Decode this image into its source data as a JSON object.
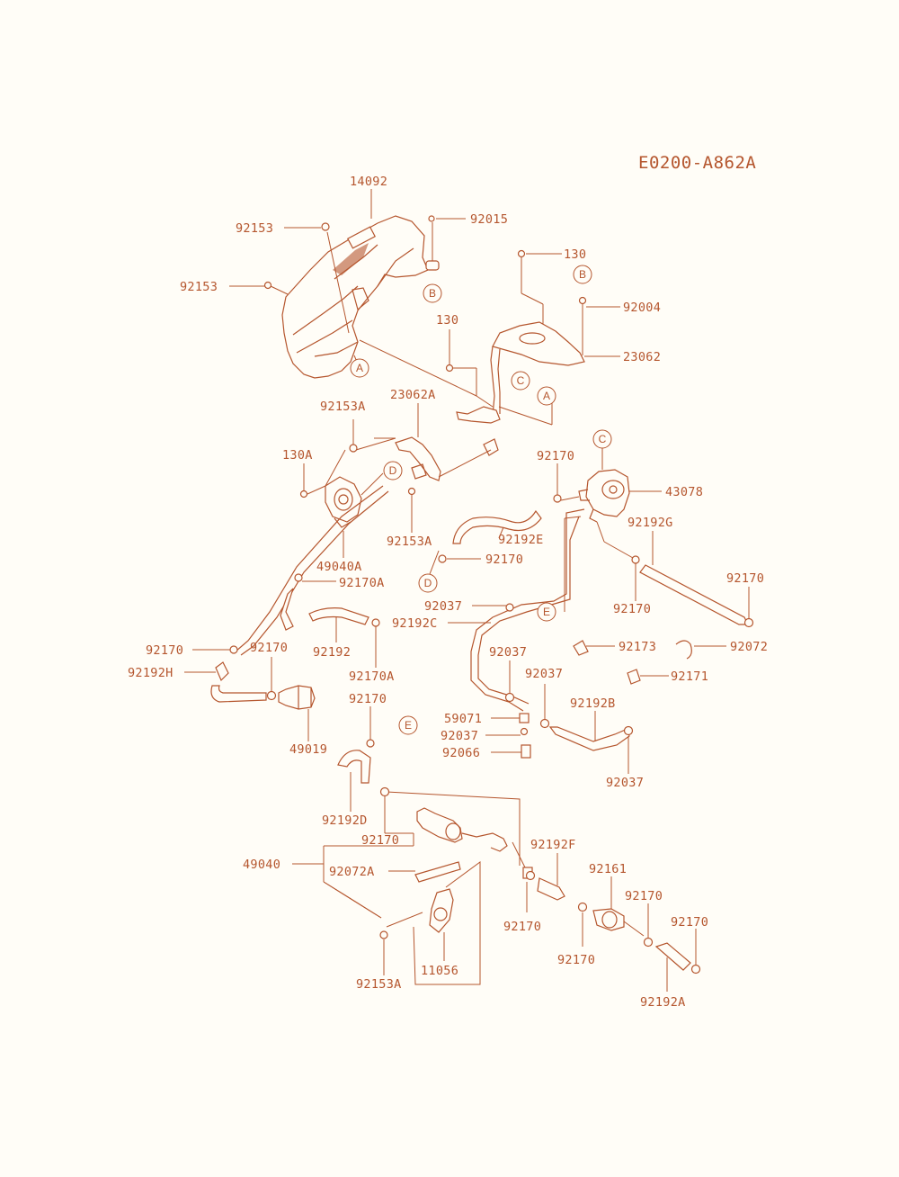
{
  "diagram_code": "E0200-A862A",
  "colors": {
    "line": "#b5562e",
    "background": "#fffdf7"
  },
  "ref_letters": [
    "A",
    "B",
    "C",
    "D",
    "E"
  ],
  "parts": {
    "p14092": "14092",
    "p92153_top": "92153",
    "p92015": "92015",
    "p92153_left": "92153",
    "p130_top": "130",
    "p92004": "92004",
    "p130_mid": "130",
    "p23062": "23062",
    "p92153A_top": "92153A",
    "p23062A": "23062A",
    "p130A": "130A",
    "p92170_c": "92170",
    "p43078": "43078",
    "p92192G": "92192G",
    "p92153A_mid": "92153A",
    "p92192E": "92192E",
    "p92170_d": "92170",
    "p49040A": "49040A",
    "p92170A_1": "92170A",
    "p92170_right": "92170",
    "p92037_1": "92037",
    "p92192C": "92192C",
    "p92170_g": "92170",
    "p92170_left": "92170",
    "p92170_h": "92170",
    "p92192": "92192",
    "p92173": "92173",
    "p92072": "92072",
    "p92192H": "92192H",
    "p92170A_2": "92170A",
    "p92037_2": "92037",
    "p92037_3": "92037",
    "p92171": "92171",
    "p92170_e": "92170",
    "p59071": "59071",
    "p92192B": "92192B",
    "p49019": "49019",
    "p92037_4": "92037",
    "p92066": "92066",
    "p92037_5": "92037",
    "p92192D": "92192D",
    "p92170_bot1": "92170",
    "p49040": "49040",
    "p92072A": "92072A",
    "p92192F": "92192F",
    "p92161": "92161",
    "p92170_bot2": "92170",
    "p92170_bot3": "92170",
    "p92170_bot4": "92170",
    "p92170_bot5": "92170",
    "p11056": "11056",
    "p92153A_bot": "92153A",
    "p92192A": "92192A"
  }
}
